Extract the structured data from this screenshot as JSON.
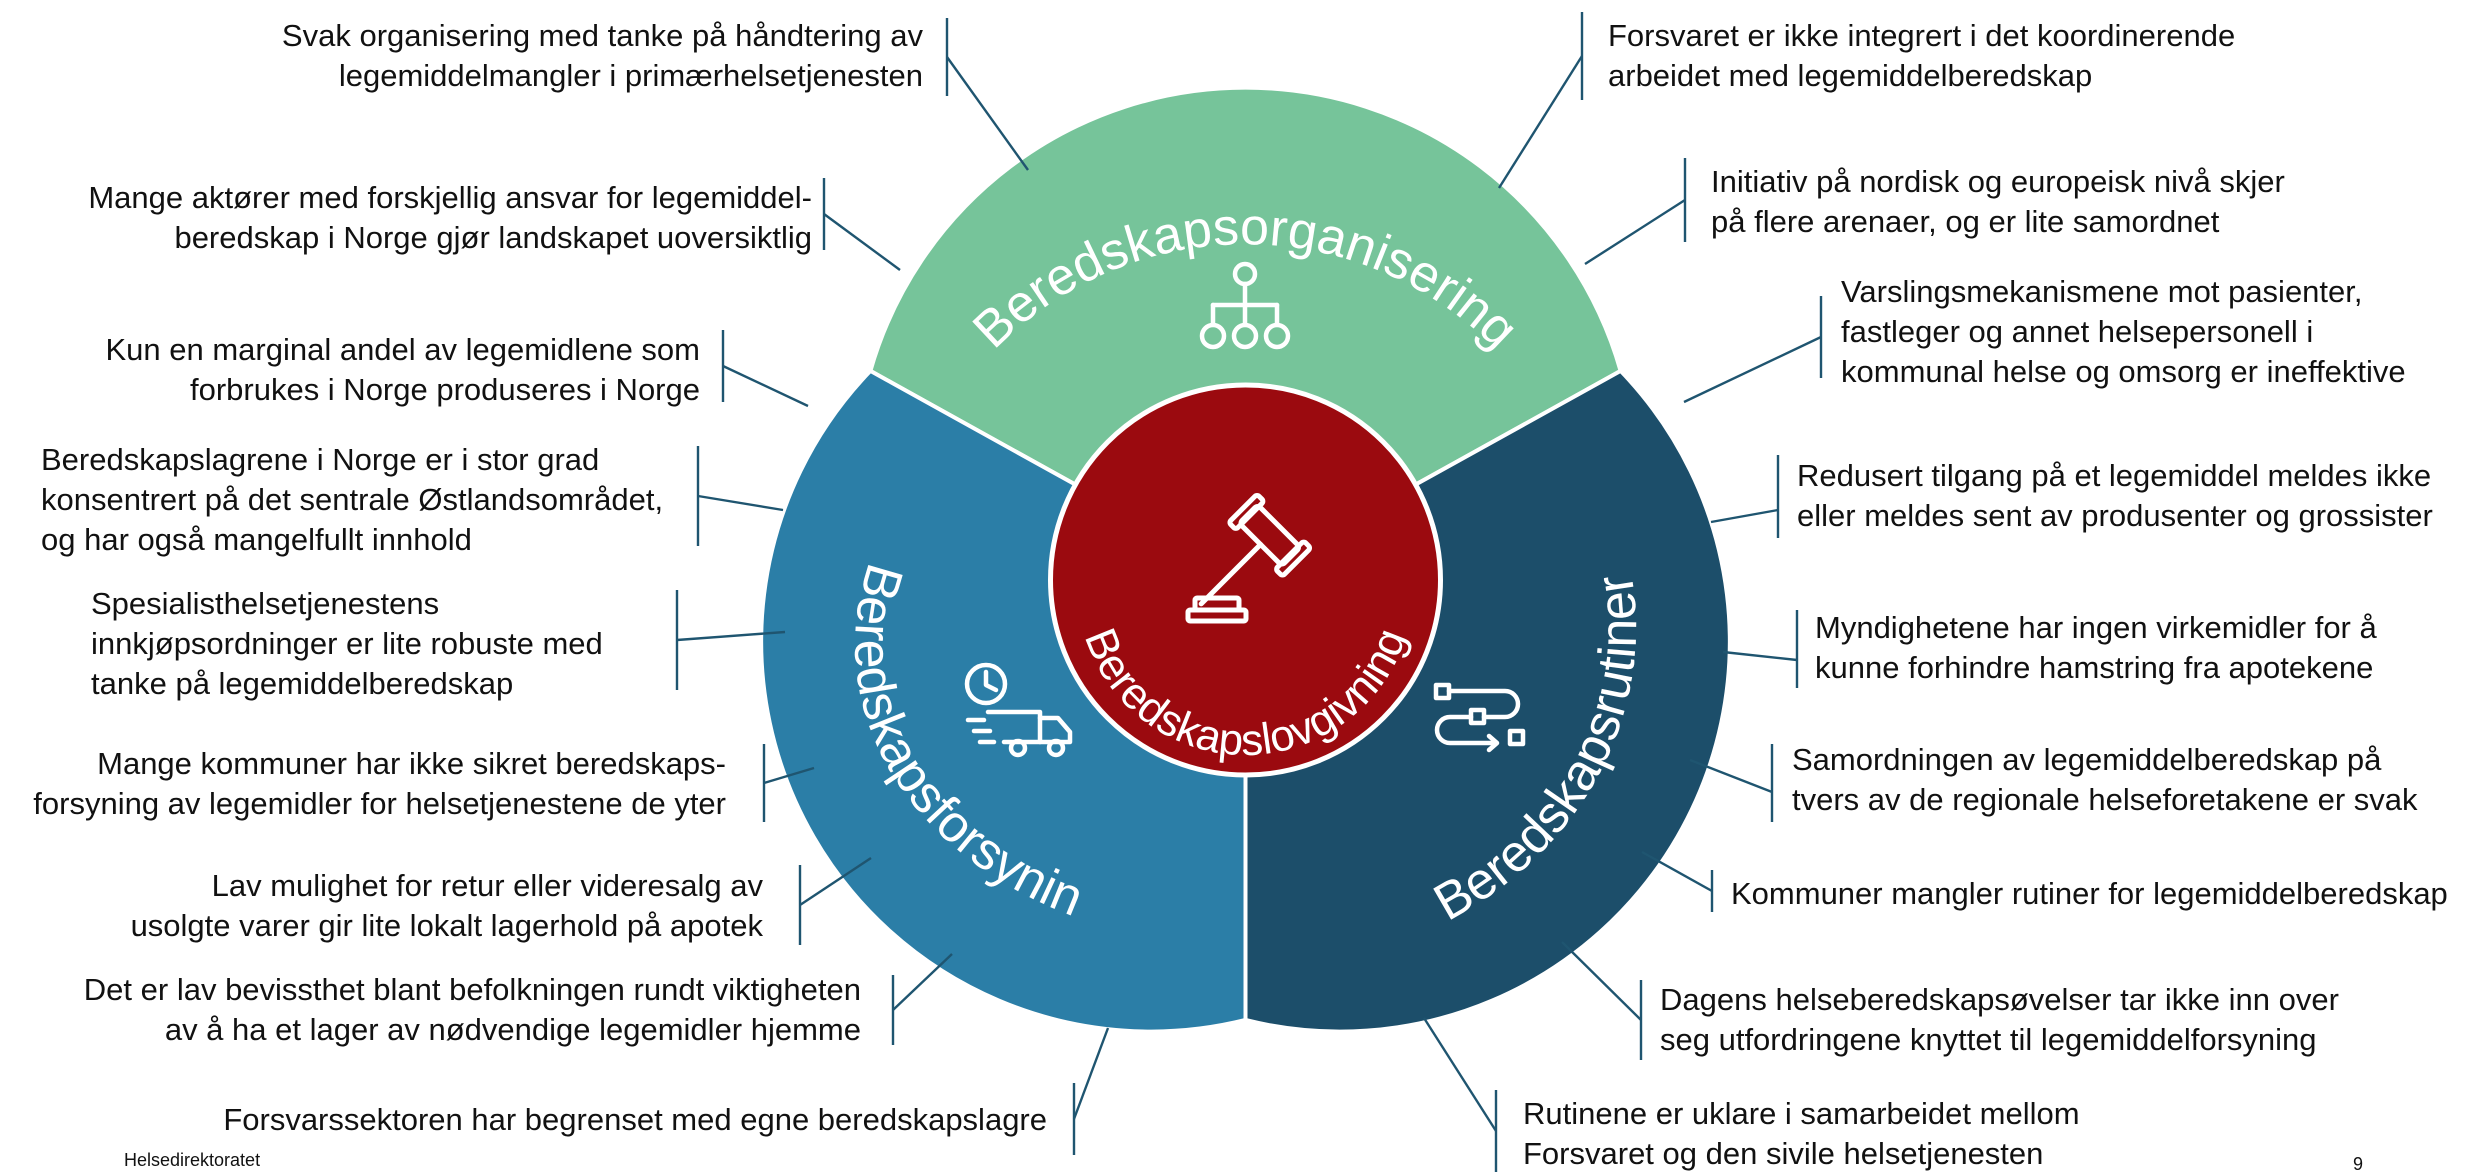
{
  "center": {
    "label": "Beredskapslovgivning",
    "icon": "gavel-icon",
    "color": "#9b0a0f"
  },
  "segments": {
    "top": {
      "label": "Beredskapsorganisering",
      "icon": "org-chart-icon",
      "color": "#76c49a"
    },
    "left": {
      "label": "Beredskapsforsyning",
      "icon": "delivery-truck-clock-icon",
      "color": "#2b7ea7"
    },
    "right": {
      "label": "Beredskapsrutiner",
      "icon": "workflow-icon",
      "color": "#1c4e6a"
    }
  },
  "left_annotations": [
    {
      "lines": [
        "Svak organisering med tanke på håndtering av",
        "legemiddelmangler i primærhelsetjenesten"
      ]
    },
    {
      "lines": [
        "Mange aktører med forskjellig ansvar for legemiddel-",
        "beredskap i Norge gjør landskapet uoversiktlig"
      ]
    },
    {
      "lines": [
        "Kun en marginal andel av legemidlene som",
        "forbrukes i Norge produseres i Norge"
      ]
    },
    {
      "lines": [
        "Beredskapslagrene i Norge er i stor grad",
        "konsentrert på det sentrale Østlandsområdet,",
        "og har også mangelfullt innhold"
      ]
    },
    {
      "lines": [
        "Spesialisthelsetjenestens",
        "innkjøpsordninger er lite robuste med",
        "tanke på legemiddelberedskap"
      ]
    },
    {
      "lines": [
        "Mange kommuner har ikke sikret beredskaps-",
        "forsyning av legemidler for helsetjenestene de yter"
      ]
    },
    {
      "lines": [
        "Lav mulighet for retur eller videresalg av",
        "usolgte varer gir lite lokalt lagerhold på apotek"
      ]
    },
    {
      "lines": [
        "Det er lav bevissthet blant befolkningen rundt viktigheten",
        "av å ha et lager av nødvendige legemidler hjemme"
      ]
    },
    {
      "lines": [
        "Forsvarssektoren har begrenset med egne beredskapslagre"
      ]
    }
  ],
  "right_annotations": [
    {
      "lines": [
        "Forsvaret er ikke integrert i det koordinerende",
        "arbeidet med legemiddelberedskap"
      ]
    },
    {
      "lines": [
        "Initiativ på nordisk og europeisk nivå skjer",
        "på flere arenaer, og er lite samordnet"
      ]
    },
    {
      "lines": [
        "Varslingsmekanismene mot pasienter,",
        "fastleger og annet helsepersonell i",
        "kommunal helse og omsorg er ineffektive"
      ]
    },
    {
      "lines": [
        "Redusert tilgang på et legemiddel meldes ikke",
        "eller meldes sent av produsenter og grossister"
      ]
    },
    {
      "lines": [
        "Myndighetene har ingen virkemidler for å",
        "kunne forhindre hamstring fra apotekene"
      ]
    },
    {
      "lines": [
        "Samordningen av legemiddelberedskap på",
        "tvers av de regionale helseforetakene er svak"
      ]
    },
    {
      "lines": [
        "Kommuner mangler rutiner for legemiddelberedskap"
      ]
    },
    {
      "lines": [
        "Dagens helseberedskapsøvelser tar ikke inn over",
        "seg utfordringene knyttet til legemiddelforsyning"
      ]
    },
    {
      "lines": [
        "Rutinene er uklare i samarbeidet mellom",
        "Forsvaret og den sivile helsetjenesten"
      ]
    }
  ],
  "footer": {
    "organization": "Helsedirektoratet",
    "page_number": "9"
  },
  "colors": {
    "leader_line": "#1f5570",
    "text": "#111111",
    "ring_divider": "#ffffff"
  }
}
